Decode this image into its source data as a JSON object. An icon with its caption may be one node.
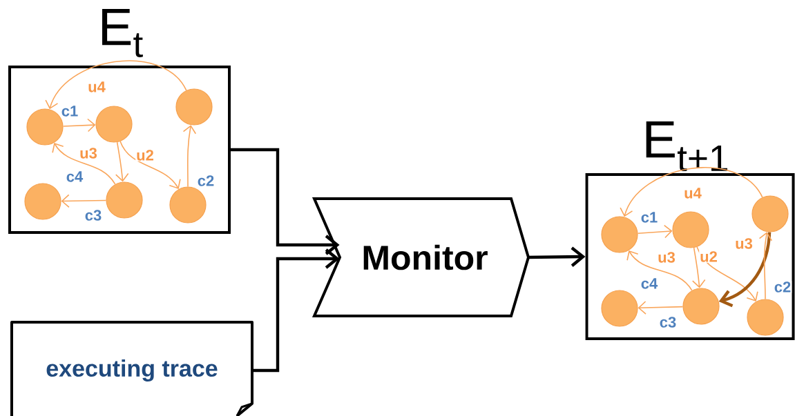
{
  "diagram": {
    "nodes": [
      {
        "text": [
          "E$_{t}$"
        ]
      },
      {
        "text": [],
        "shape": "circle",
        "in": 0
      },
      {
        "text": [],
        "shape": "circle",
        "in": 0
      },
      {
        "text": [],
        "shape": "circle",
        "in": 0
      },
      {
        "text": [],
        "shape": "circle",
        "in": 0
      },
      {
        "text": [],
        "shape": "circle",
        "in": 0
      },
      {
        "text": [],
        "shape": "circle",
        "in": 0
      },
      {
        "text": [
          "executing trace"
        ]
      },
      {
        "text": [
          "Monitor"
        ]
      },
      {
        "text": [
          "E$_{t+1}$"
        ]
      },
      {
        "text": [],
        "shape": "circle",
        "in": 9
      },
      {
        "text": [],
        "shape": "circle",
        "in": 9
      },
      {
        "text": [],
        "shape": "circle",
        "in": 9
      },
      {
        "text": [],
        "shape": "circle",
        "in": 9
      },
      {
        "text": [],
        "shape": "circle",
        "in": 9
      },
      {
        "text": [],
        "shape": "circle",
        "in": 9
      }
    ],
    "edges": [
      {
        "from": 0,
        "to": 8,
        "arrow": "to",
        "style": "thick",
        "color": "#000000"
      },
      {
        "from": 7,
        "to": 8,
        "arrow": "to",
        "style": "thick",
        "color": "#000000"
      },
      {
        "from": 8,
        "to": 9,
        "arrow": "to",
        "style": "thick",
        "color": "#000000"
      },
      {
        "from": 1,
        "to": 2,
        "arrow": "to",
        "label": "c1",
        "color": "#f9a55a"
      },
      {
        "from": 3,
        "to": 1,
        "arrow": "to",
        "label": "u4",
        "color": "#f9a55a"
      },
      {
        "from": 2,
        "to": 5,
        "arrow": "to",
        "label": "u3",
        "color": "#f9a55a"
      },
      {
        "from": 2,
        "to": 6,
        "arrow": "to",
        "label": "u2",
        "color": "#f9a55a"
      },
      {
        "from": 6,
        "to": 3,
        "arrow": "to",
        "label": "c2",
        "color": "#f9a55a"
      },
      {
        "from": 5,
        "to": 1,
        "arrow": "to",
        "label": "c4",
        "color": "#f9a55a"
      },
      {
        "from": 5,
        "to": 4,
        "arrow": "to",
        "label": "c3",
        "color": "#f9a55a"
      },
      {
        "from": 10,
        "to": 11,
        "arrow": "to",
        "label": "c1",
        "color": "#f9a55a"
      },
      {
        "from": 12,
        "to": 10,
        "arrow": "to",
        "label": "u4",
        "color": "#f9a55a"
      },
      {
        "from": 11,
        "to": 14,
        "arrow": "to",
        "label": "u3",
        "color": "#f9a55a"
      },
      {
        "from": 11,
        "to": 15,
        "arrow": "to",
        "label": "u2",
        "color": "#f9a55a"
      },
      {
        "from": 12,
        "to": 14,
        "arrow": "to",
        "label": "u3",
        "style": "thick",
        "color": "#a35a12"
      },
      {
        "from": 15,
        "to": 12,
        "arrow": "to",
        "label": "c2",
        "color": "#f9a55a"
      },
      {
        "from": 14,
        "to": 10,
        "arrow": "to",
        "label": "c4",
        "color": "#f9a55a"
      },
      {
        "from": 14,
        "to": 13,
        "arrow": "to",
        "label": "c3",
        "color": "#f9a55a"
      }
    ]
  }
}
